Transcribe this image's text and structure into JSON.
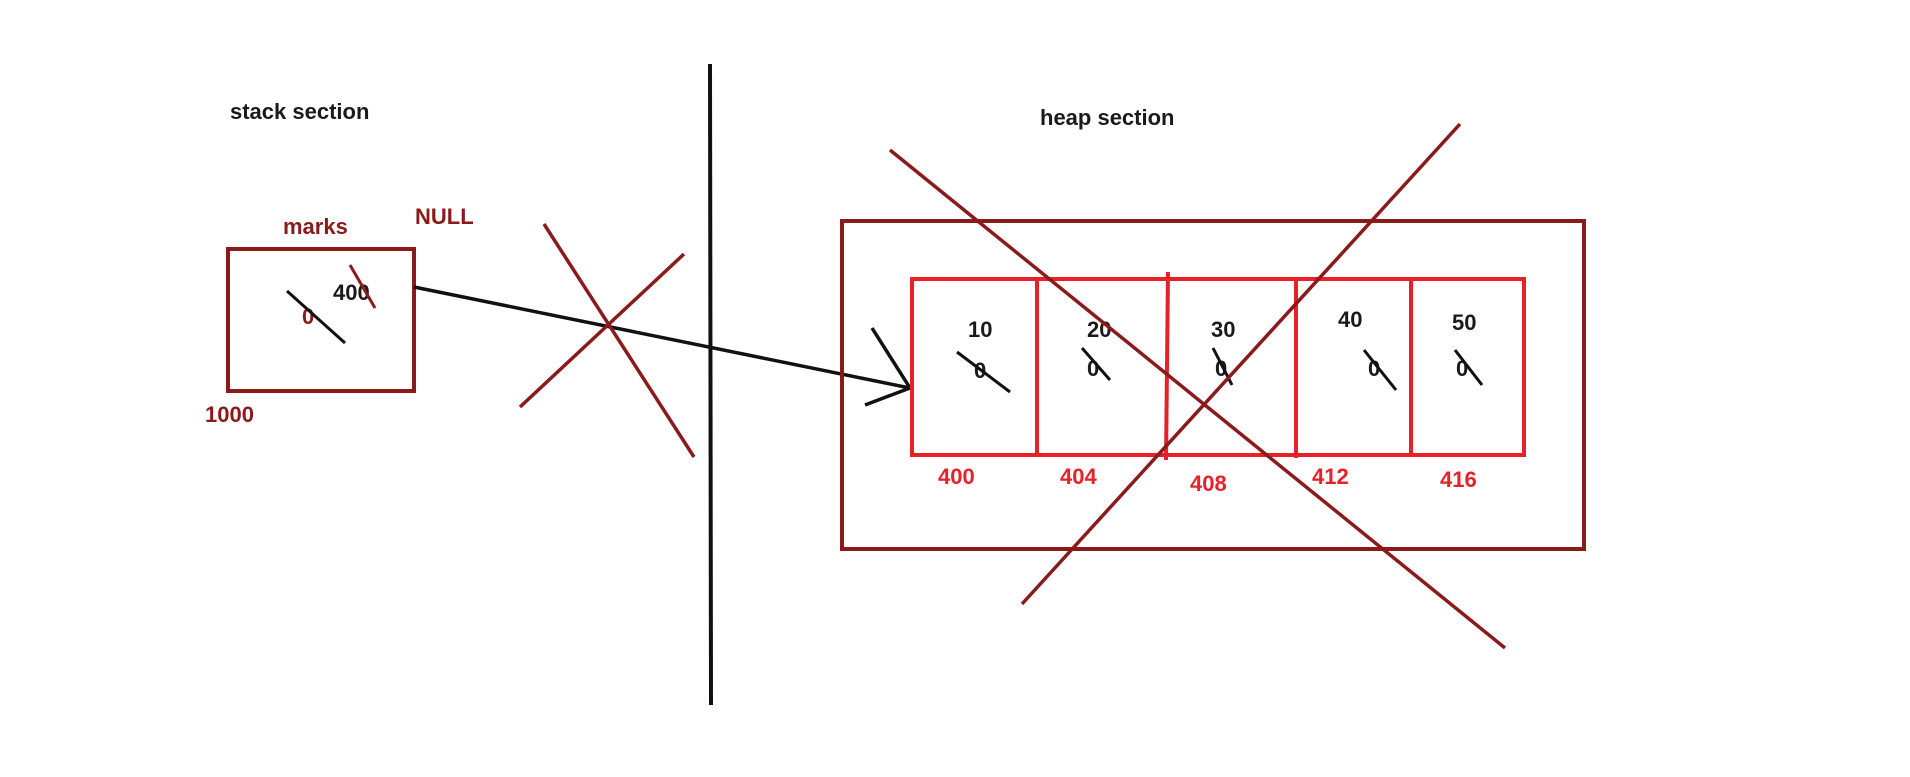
{
  "labels": {
    "stack_section": "stack section",
    "heap_section": "heap section",
    "var_name": "marks",
    "null_text": "NULL",
    "stack_addr": "1000",
    "old_stack_value": "0",
    "stack_value": "400"
  },
  "heap_cells": [
    {
      "value": "10",
      "old_value": "0",
      "address": "400"
    },
    {
      "value": "20",
      "old_value": "0",
      "address": "404"
    },
    {
      "value": "30",
      "old_value": "0",
      "address": "408"
    },
    {
      "value": "40",
      "old_value": "0",
      "address": "412"
    },
    {
      "value": "50",
      "old_value": "0",
      "address": "416"
    }
  ],
  "colors": {
    "black": "#111111",
    "maroon": "#8b1a1a",
    "red": "#e8202a"
  }
}
